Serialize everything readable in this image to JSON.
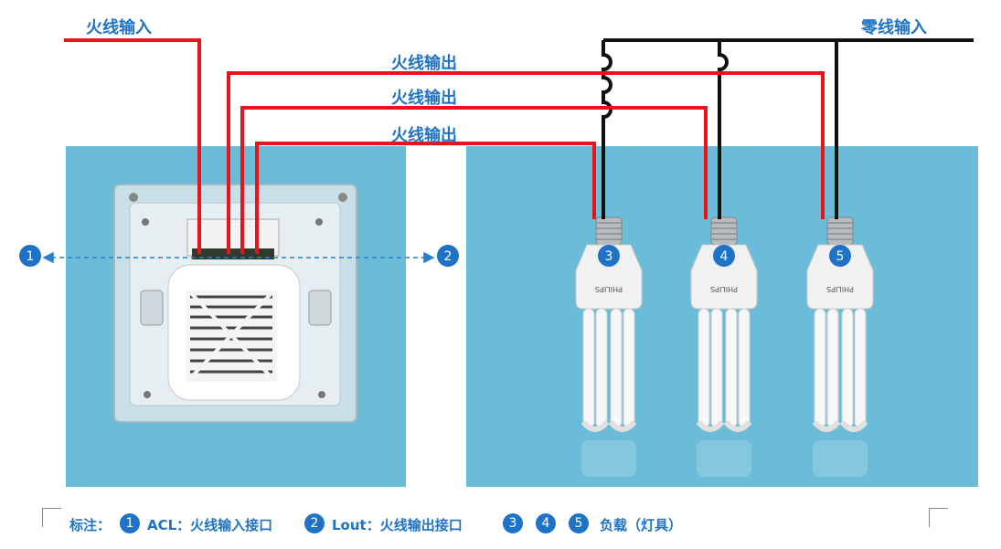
{
  "labels": {
    "live_in": "火线输入",
    "neutral_in": "零线输入",
    "live_out_1": "火线输出",
    "live_out_2": "火线输出",
    "live_out_3": "火线输出"
  },
  "markers": [
    "1",
    "2",
    "3",
    "4",
    "5"
  ],
  "bulb_brand": "PHILIPS",
  "legend": {
    "prefix": "标注：",
    "item1_num": "1",
    "item1_text": "ACL：火线输入接口",
    "item2_num": "2",
    "item2_text": "Lout：火线输出接口",
    "item3_nums": [
      "3",
      "4",
      "5"
    ],
    "item3_text": "负载（灯具）"
  },
  "colors": {
    "live_wire": "#e8141b",
    "neutral_wire": "#111111",
    "accent": "#1e73c8",
    "photo_bg": "#6bbcd9"
  }
}
